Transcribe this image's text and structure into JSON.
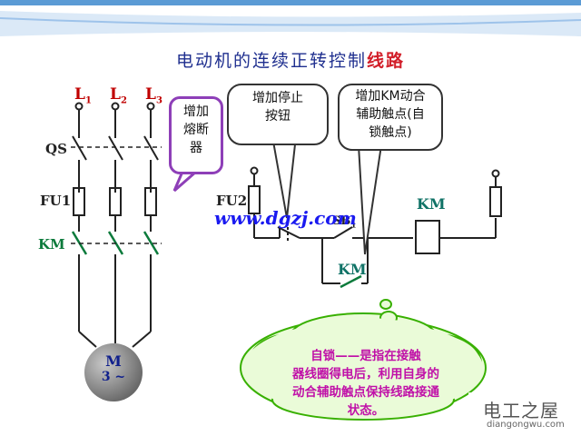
{
  "title": {
    "main": "电动机的连续正转控制",
    "accent": "线路"
  },
  "phases": {
    "l1": "L",
    "l1_sub": "1",
    "l2": "L",
    "l2_sub": "2",
    "l3": "L",
    "l3_sub": "3"
  },
  "labels": {
    "qs": "QS",
    "fu1": "FU1",
    "km_main": "KM",
    "fu2": "FU2",
    "sb": "SB",
    "sb_sub": "1",
    "km_coil": "KM",
    "km_aux": "KM"
  },
  "callouts": {
    "fuse": [
      "增加",
      "熔断",
      "器"
    ],
    "stop": [
      "增加停止",
      "按钮"
    ],
    "aux": [
      "增加KM动合",
      "辅助触点(自",
      "锁触点)"
    ]
  },
  "motor": {
    "line1": "M",
    "line2": "3 ~"
  },
  "watermark": "www.dgzj.com",
  "cloud_note": [
    "自锁——是指在接触",
    "器线圈得电后，利用自身的",
    "动合辅助触点保持线路接通",
    "状态。"
  ],
  "brand": {
    "cn": "电工之屋",
    "en": "diangongwu.com"
  },
  "colors": {
    "title": "#1f2f8f",
    "accent": "#d21f2a",
    "phase": "#c00000",
    "green": "#0b7a3b",
    "callout_purple": "#8e3fb8",
    "cloud": "#c010a8"
  }
}
